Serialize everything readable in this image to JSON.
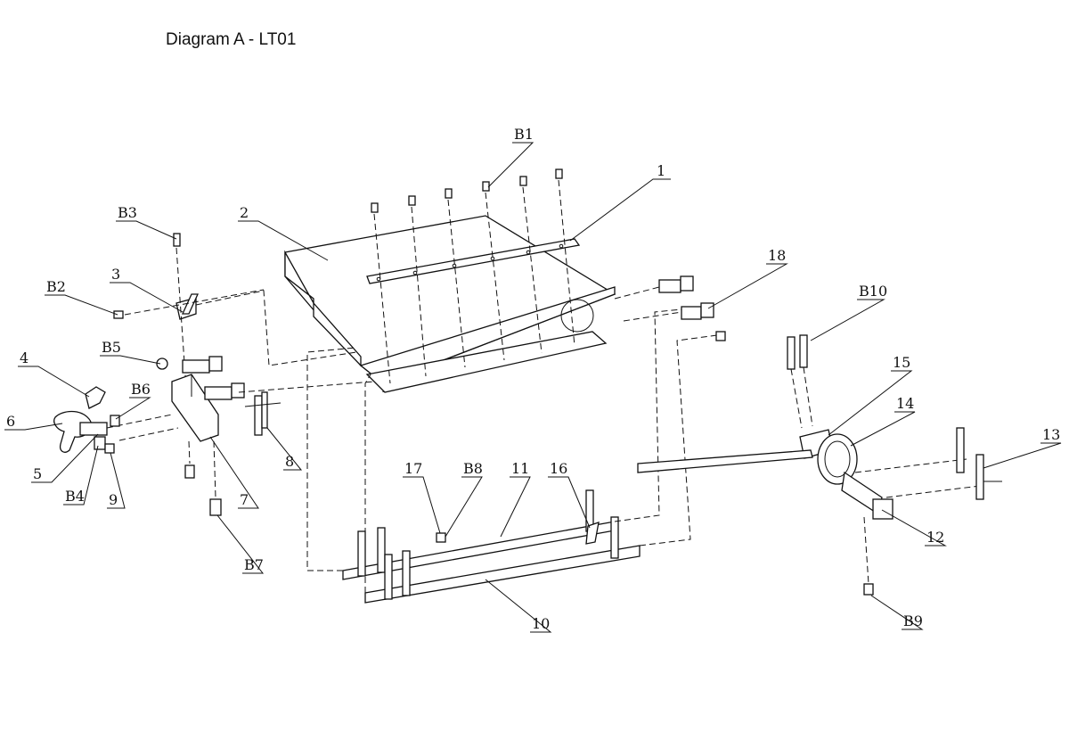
{
  "title": "Diagram A - LT01",
  "callouts": [
    "1",
    "2",
    "3",
    "4",
    "5",
    "6",
    "7",
    "8",
    "9",
    "10",
    "11",
    "12",
    "13",
    "14",
    "15",
    "16",
    "17",
    "18",
    "B1",
    "B2",
    "B3",
    "B4",
    "B5",
    "B6",
    "B7",
    "B8",
    "B9",
    "B10"
  ]
}
